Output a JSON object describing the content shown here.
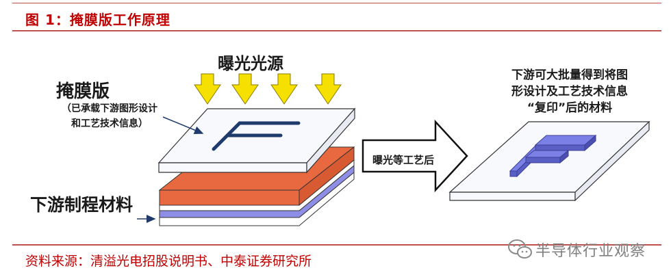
{
  "header": {
    "title": "图 1：掩膜版工作原理"
  },
  "diagram": {
    "light_source": "曝光光源",
    "mask_label": "掩膜版",
    "mask_note_line1": "（已承载下游图形设计",
    "mask_note_line2": "和工艺技术信息）",
    "material_label": "下游制程材料",
    "process_arrow": "曝光等工艺后",
    "result_line1": "下游可大批量得到将图",
    "result_line2": "形设计及工艺技术信息",
    "result_line3": "“复印”后的材料"
  },
  "footer": {
    "source": "资料来源：清溢光电招股说明书、中泰证券研究所"
  },
  "watermark": {
    "text": "半导体行业观察",
    "icon": "wechat-icon"
  },
  "colors": {
    "brand_red": "#c00000",
    "rule_red": "#c0504d",
    "photoresist": "#e8683f",
    "purple_layer": "#8e8ee6",
    "arrow_yellow": "#f5e000",
    "mask_glass": "#f7f9fc",
    "pattern_blue": "#1f3b6b",
    "result_pattern": "#7b80e6"
  }
}
